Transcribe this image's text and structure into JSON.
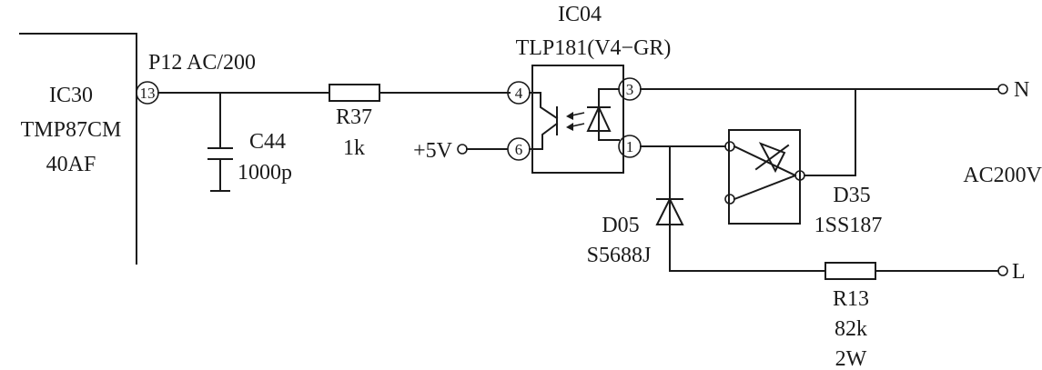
{
  "ic30": {
    "name": "IC30",
    "part_line1": "TMP87CM",
    "part_line2": "40AF",
    "pin": "13",
    "port": "P12 AC/200"
  },
  "c44": {
    "name": "C44",
    "value": "1000p"
  },
  "r37": {
    "name": "R37",
    "value": "1k"
  },
  "ic04": {
    "name": "IC04",
    "part": "TLP181(V4−GR)",
    "pins": {
      "anode": "4",
      "cathode": "6",
      "out_top": "3",
      "out_bottom": "1"
    }
  },
  "supply": {
    "label": "+5V"
  },
  "d35": {
    "name": "D35",
    "part": "1SS187"
  },
  "d05": {
    "name": "D05",
    "part": "S5688J"
  },
  "r13": {
    "name": "R13",
    "value": "82k",
    "power": "2W"
  },
  "mains": {
    "n": "N",
    "l": "L",
    "voltage": "AC200V"
  }
}
